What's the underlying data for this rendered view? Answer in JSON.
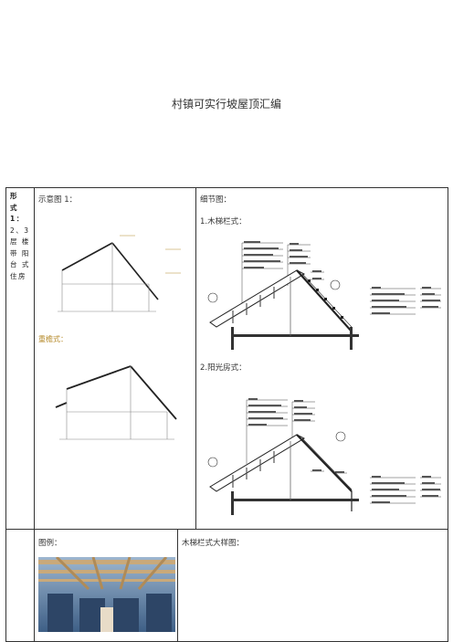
{
  "document": {
    "title": "村镇可实行坡屋顶汇编"
  },
  "row1": {
    "form_lines": [
      "形 式",
      "1：",
      "2、3",
      "层 楼",
      "带 阳",
      "台 式",
      "住房"
    ],
    "schematic_label": "示意图 1：",
    "stair_label": "重檐式：",
    "detail_label": "细节图：",
    "detail_1_label": "1.木梯栏式：",
    "detail_2_label": "2.阳光房式："
  },
  "row2": {
    "example_label": "图例：",
    "large_sample_label": "木梯栏式大样图："
  },
  "colors": {
    "line": "#333333",
    "gold": "#b58a2a",
    "photo_sky": "#5b7fa8",
    "photo_wood": "#c9a97a"
  }
}
